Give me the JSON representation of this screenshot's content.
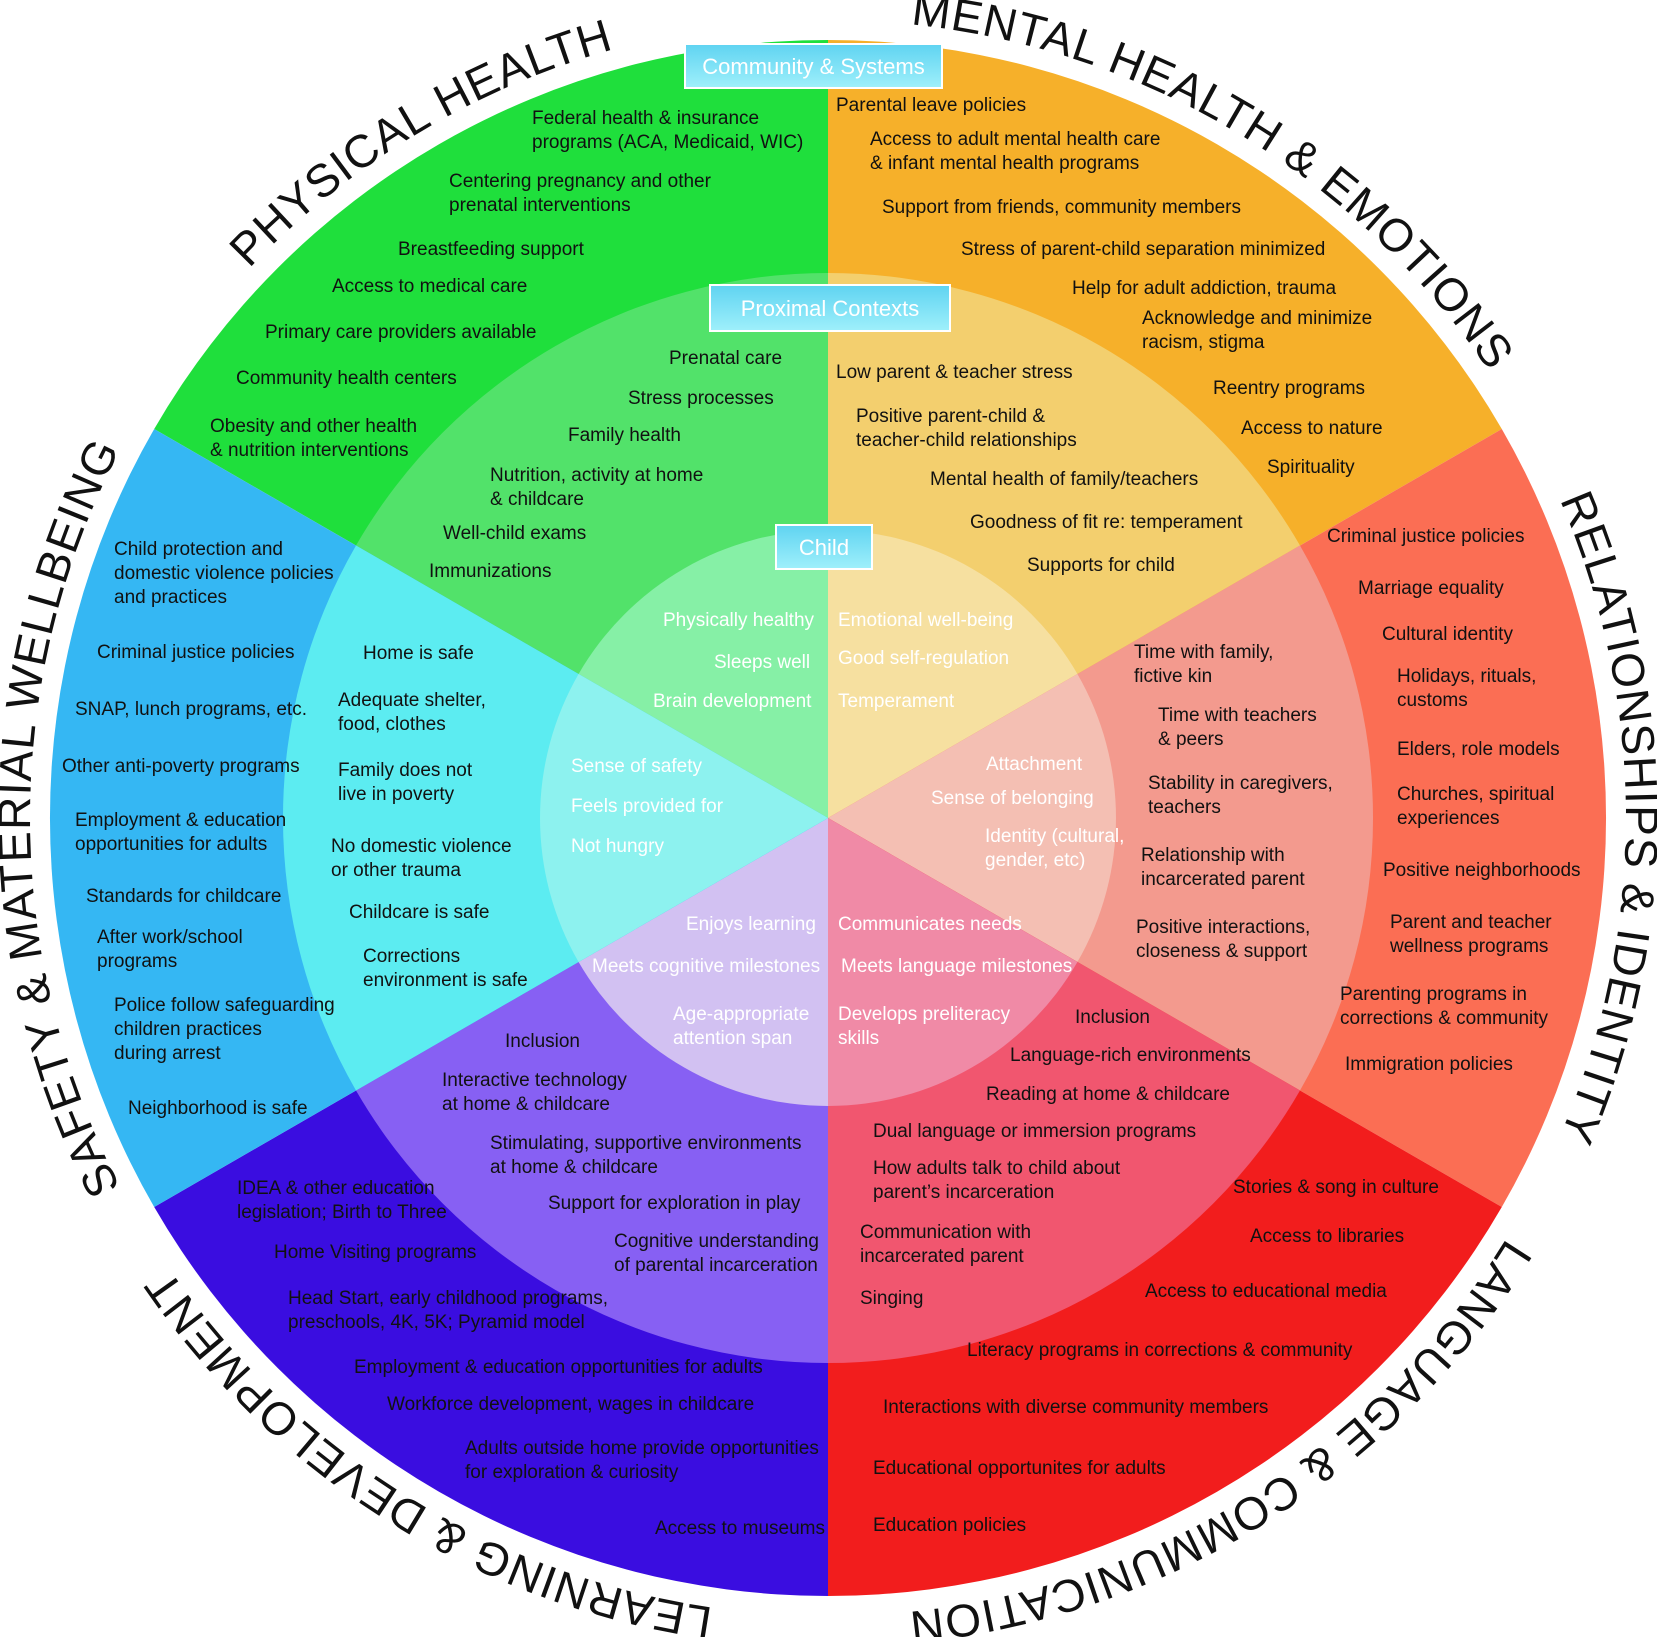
{
  "colors": {
    "physical": [
      "#86f0a6",
      "#52e26a",
      "#1fdf3c"
    ],
    "mental": [
      "#f6e0a0",
      "#f3cf6e",
      "#f6b02a"
    ],
    "relationships": [
      "#f4bfb3",
      "#f39a8e",
      "#fb6e54"
    ],
    "language": [
      "#f08aa6",
      "#f1566f",
      "#f21d1d"
    ],
    "learning": [
      "#d2c1f2",
      "#8760f3",
      "#3a0de0"
    ],
    "safety": [
      "#8df2ef",
      "#5cecf1",
      "#35b7f3"
    ],
    "label_box": [
      "#5fd3f1",
      "#9ff0fb"
    ]
  },
  "ring_labels": {
    "community": "Community & Systems",
    "proximal": "Proximal Contexts",
    "child": "Child"
  },
  "domains": {
    "physical": "PHYSICAL HEALTH",
    "mental": "MENTAL HEALTH & EMOTIONS",
    "relationships": "RELATIONSHIPS & IDENTITY",
    "language": "LANGUAGE & COMMUNICATION",
    "learning": "LEARNING & DEVELOPMENT",
    "safety": "SAFETY & MATERIAL WELLBEING"
  },
  "outer": {
    "physical": [
      "Federal health & insurance",
      "programs (ACA, Medicaid, WIC)",
      "Centering pregnancy and other",
      "prenatal interventions",
      "Breastfeeding support",
      "Access to medical care",
      "Primary care providers available",
      "Community health centers",
      "Obesity and other health",
      "& nutrition interventions"
    ],
    "mental": [
      "Parental leave policies",
      "Access to adult mental health care",
      "& infant mental health programs",
      "Support from friends, community members",
      "Stress of parent-child separation minimized",
      "Help for adult addiction, trauma",
      "Acknowledge and minimize",
      "racism, stigma",
      "Reentry programs",
      "Access to nature",
      "Spirituality"
    ],
    "relationships": [
      "Criminal justice policies",
      "Marriage equality",
      "Cultural identity",
      "Holidays, rituals,",
      "customs",
      "Elders, role models",
      "Churches, spiritual",
      "experiences",
      "Positive neighborhoods",
      "Parent and teacher",
      "wellness programs",
      "Parenting programs in",
      "corrections & community",
      "Immigration policies"
    ],
    "language": [
      "Stories & song in culture",
      "Access to libraries",
      "Access to educational media",
      "Literacy programs in corrections &  community",
      "Interactions with diverse community members",
      "Educational opportunites for adults",
      "Education policies"
    ],
    "learning": [
      "IDEA & other education",
      "legislation; Birth to Three",
      "Home Visiting programs",
      "Head Start, early childhood programs,",
      "preschools, 4K, 5K; Pyramid model",
      "Employment & education opportunities for adults",
      "Workforce development, wages in childcare",
      "Adults outside home provide opportunities",
      "for exploration & curiosity",
      "Access to museums"
    ],
    "safety": [
      "Child protection and",
      "domestic violence policies",
      "and practices",
      "Criminal justice policies",
      "SNAP, lunch programs, etc.",
      "Other anti-poverty programs",
      "Employment & education",
      "opportunities for adults",
      "Standards for childcare",
      "After work/school",
      "programs",
      "Police follow safeguarding",
      "children practices",
      "during arrest",
      "Neighborhood is safe"
    ]
  },
  "middle": {
    "physical": [
      "Prenatal care",
      "Stress processes",
      "Family health",
      "Nutrition, activity at home",
      "& childcare",
      "Well-child exams",
      "Immunizations"
    ],
    "mental": [
      "Low parent & teacher stress",
      "Positive parent-child &",
      "teacher-child relationships",
      "Mental health of family/teachers",
      "Goodness of fit re: temperament",
      "Supports for child"
    ],
    "relationships": [
      "Time with family,",
      "fictive kin",
      "Time with teachers",
      "& peers",
      "Stability in caregivers,",
      "teachers",
      "Relationship with",
      "incarcerated parent",
      "Positive interactions,",
      "closeness & support"
    ],
    "language": [
      "Inclusion",
      "Language-rich environments",
      "Reading at home & childcare",
      "Dual language or immersion programs",
      "How adults talk to child about",
      "parent’s incarceration",
      "Communication with",
      "incarcerated parent",
      "Singing"
    ],
    "learning": [
      "Inclusion",
      "Interactive technology",
      "at home & childcare",
      "Stimulating, supportive environments",
      "at home & childcare",
      "Support for exploration in play",
      "Cognitive understanding",
      "of parental incarceration"
    ],
    "safety": [
      "Home is safe",
      "Adequate shelter,",
      "food, clothes",
      "Family does not",
      "live in poverty",
      "No domestic violence",
      "or other trauma",
      "Childcare is safe",
      "Corrections",
      "environment is safe"
    ]
  },
  "inner": {
    "physical": [
      "Physically healthy",
      "Sleeps well",
      "Brain development"
    ],
    "mental": [
      "Emotional well-being",
      "Good self-regulation",
      "Temperament"
    ],
    "relationships": [
      "Attachment",
      "Sense of belonging",
      "Identity (cultural,",
      "gender, etc)"
    ],
    "language": [
      "Communicates needs",
      "Meets language milestones",
      "Develops preliteracy",
      "skills"
    ],
    "learning": [
      "Enjoys learning",
      "Meets cognitive milestones",
      "Age-appropriate",
      "attention span"
    ],
    "safety": [
      "Sense of safety",
      "Feels provided for",
      "Not hungry"
    ]
  }
}
